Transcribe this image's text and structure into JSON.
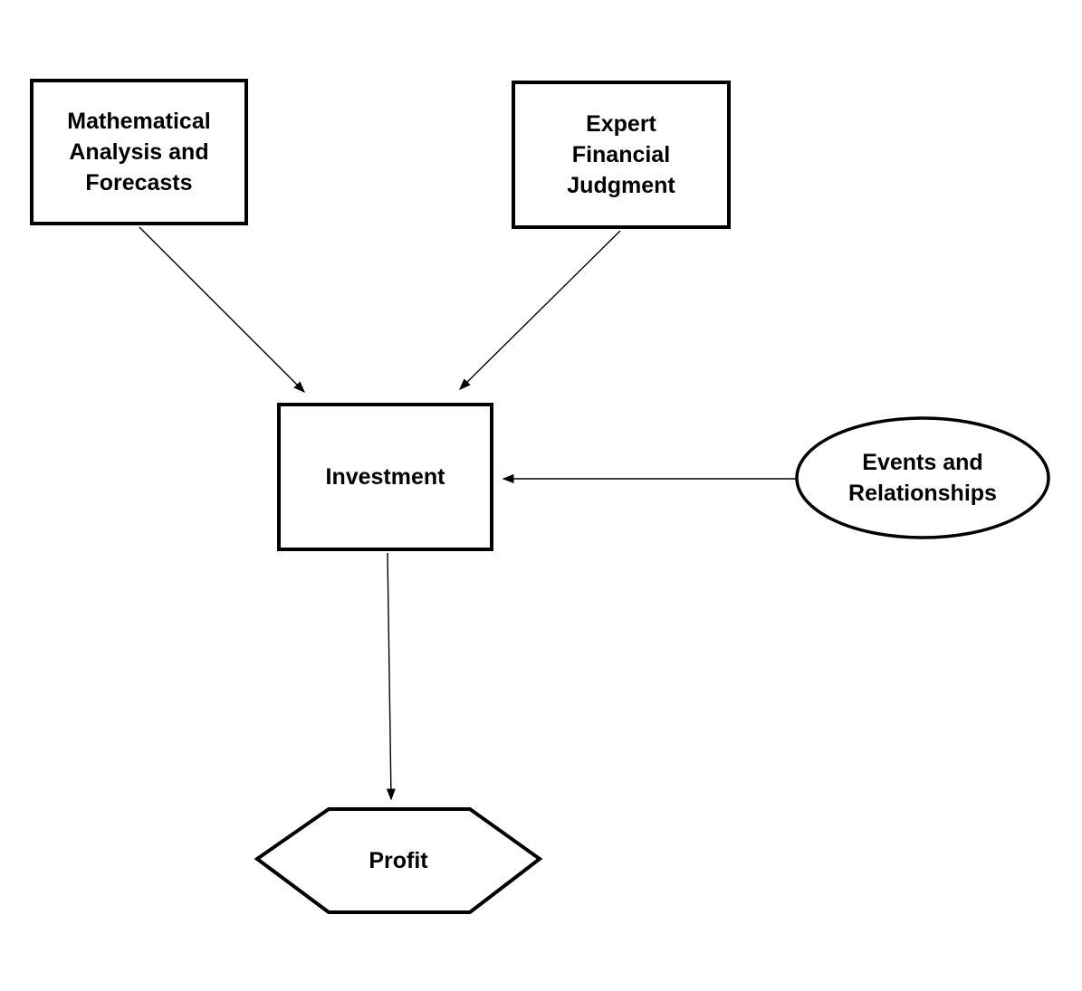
{
  "diagram": {
    "type": "flowchart",
    "colors": {
      "background": "#ffffff",
      "shape_fill": "#ffffff",
      "shape_stroke": "#000000",
      "text": "#000000"
    },
    "nodes": [
      {
        "id": "mathematical-analysis",
        "shape": "rectangle",
        "label": "Mathematical\nAnalysis and\nForecasts"
      },
      {
        "id": "expert-judgment",
        "shape": "rectangle",
        "label": "Expert\nFinancial\nJudgment"
      },
      {
        "id": "investment",
        "shape": "rectangle",
        "label": "Investment"
      },
      {
        "id": "events-relationships",
        "shape": "ellipse",
        "label": "Events and\nRelationships"
      },
      {
        "id": "profit",
        "shape": "hexagon",
        "label": "Profit"
      }
    ],
    "edges": [
      {
        "from": "mathematical-analysis",
        "to": "investment",
        "arrowhead": "end"
      },
      {
        "from": "expert-judgment",
        "to": "investment",
        "arrowhead": "end"
      },
      {
        "from": "events-relationships",
        "to": "investment",
        "arrowhead": "end"
      },
      {
        "from": "investment",
        "to": "profit",
        "arrowhead": "end"
      }
    ]
  }
}
